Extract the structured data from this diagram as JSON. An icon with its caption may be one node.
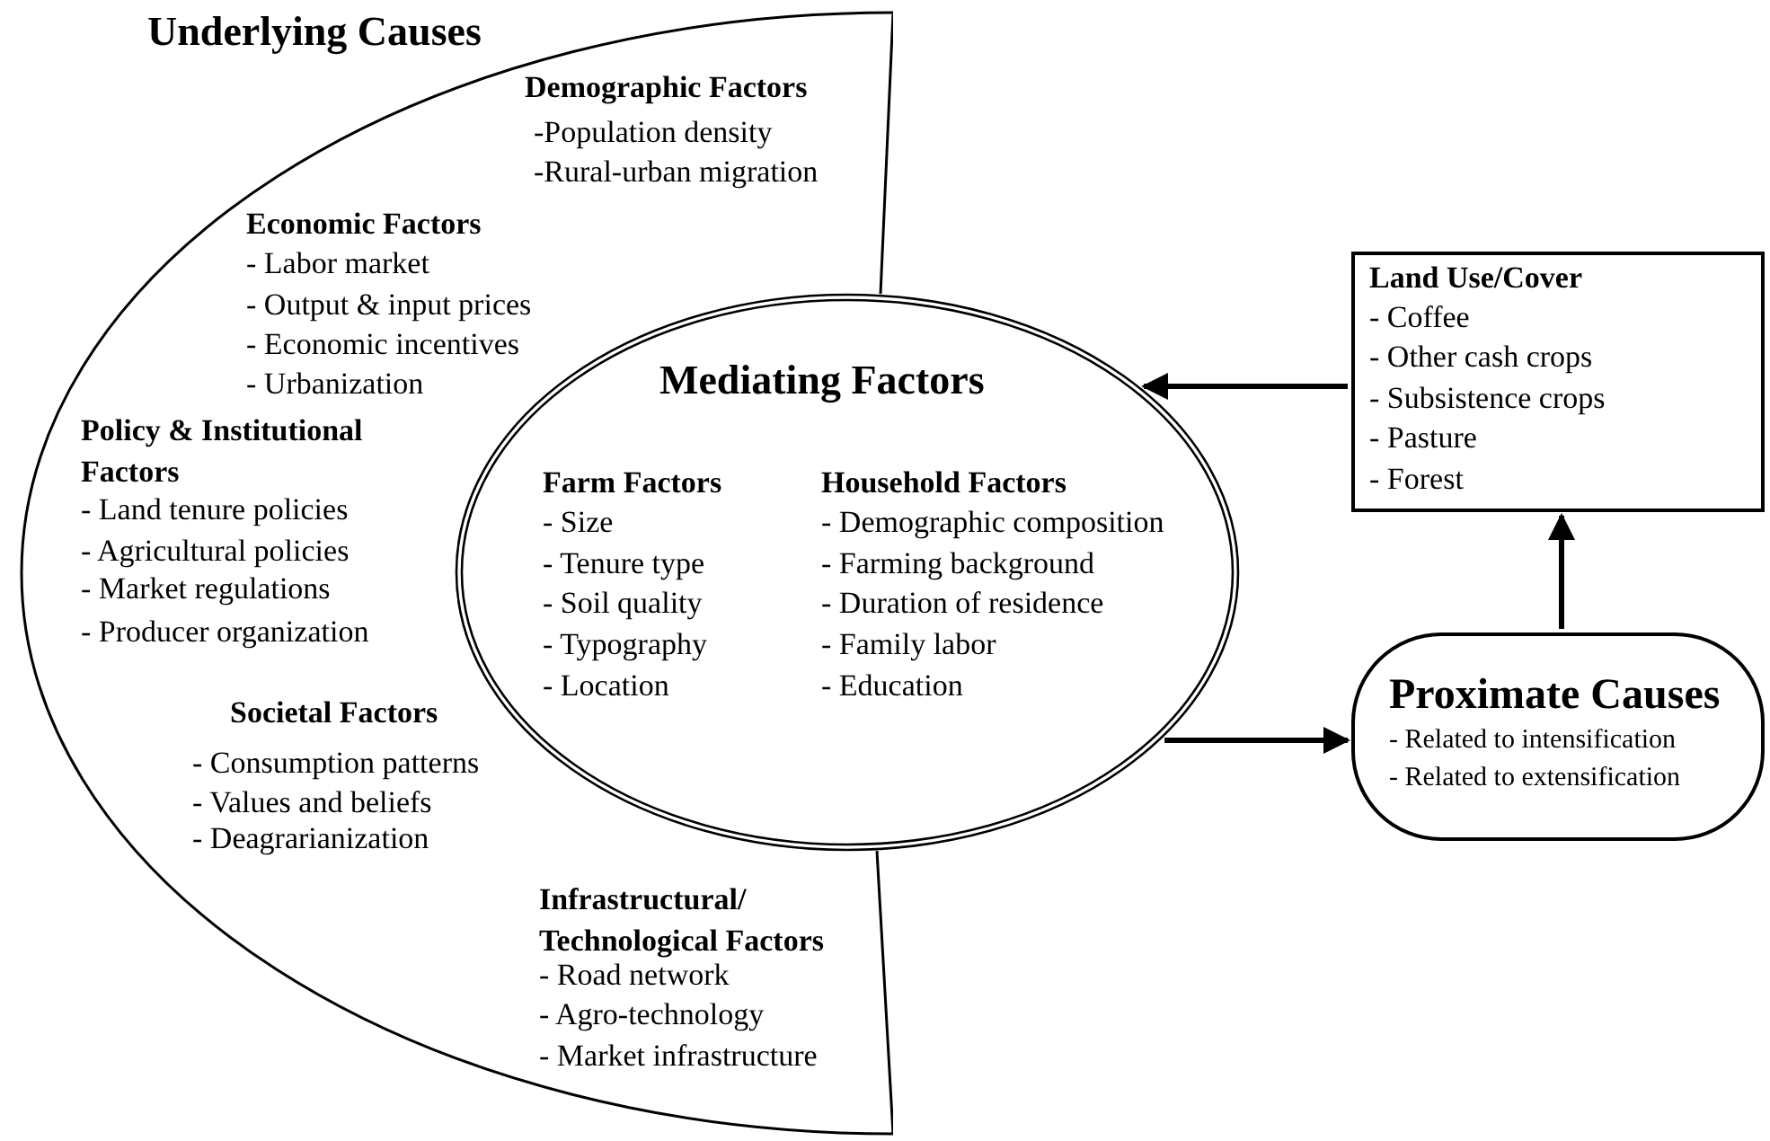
{
  "diagram": {
    "nodes": [
      {
        "text": [
          "Underlying Causes",
          "Demographic Factors",
          "-Population density",
          "-Rural-urban migration",
          "Economic Factors",
          "- Labor market",
          "- Output & input prices",
          "- Economic incentives",
          "- Urbanization",
          "Policy & Institutional Factors",
          "- Land tenure policies",
          "- Agricultural policies",
          "- Market regulations",
          "- Producer organization",
          "Societal Factors",
          "- Consumption patterns",
          "- Values and beliefs",
          "- Deagrarianization",
          "Infrastructural/ Technological Factors",
          "- Road network",
          "- Agro-technology",
          "- Market infrastructure"
        ]
      },
      {
        "text": [
          "Mediating Factors",
          "Farm Factors",
          "- Size",
          "- Tenure type",
          "- Soil quality",
          "- Typography",
          "- Location",
          "Household Factors",
          "- Demographic composition",
          "- Farming background",
          "- Duration of residence",
          "- Family labor",
          "- Education"
        ]
      },
      {
        "text": [
          "Land Use/Cover",
          "- Coffee",
          "- Other cash crops",
          "- Subsistence crops",
          "- Pasture",
          "- Forest"
        ]
      },
      {
        "text": [
          "Proximate Causes",
          "- Related to intensification",
          "- Related to extensification"
        ]
      }
    ],
    "edges": [
      {
        "from": 1,
        "to": 3,
        "arrow": "to"
      },
      {
        "from": 3,
        "to": 2,
        "arrow": "to"
      },
      {
        "from": 2,
        "to": 1,
        "arrow": "to"
      }
    ]
  }
}
